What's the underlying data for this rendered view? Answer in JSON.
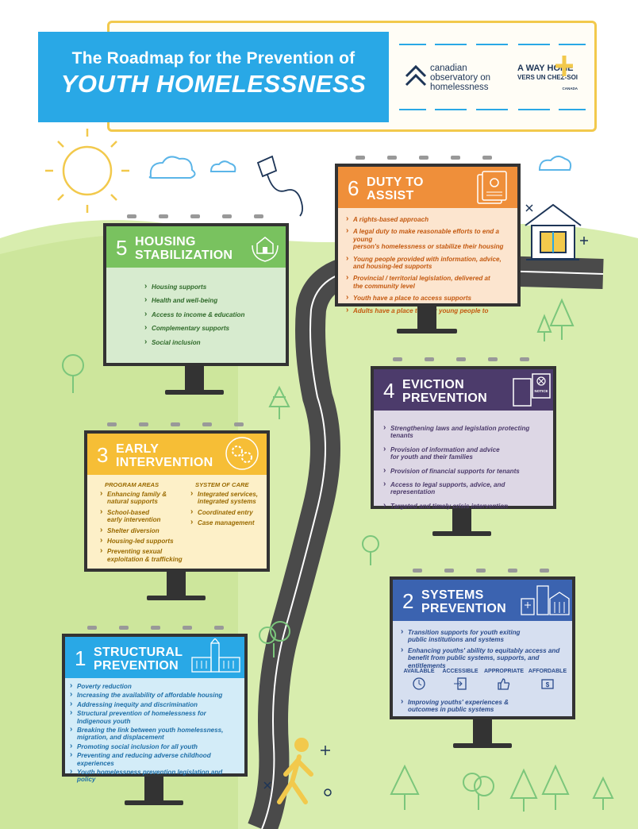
{
  "header": {
    "title_line1": "The Roadmap for the Prevention of",
    "title_line2": "YOUTH HOMELESSNESS",
    "coh_logo_text": [
      "canadian",
      "observatory on",
      "homelessness"
    ],
    "awh_logo_text": "A WAY HOME",
    "awh_logo_sub": "VERS UN CHEZ-SOI",
    "awh_logo_country": "CANADA"
  },
  "colors": {
    "grass": "#d3eaa5",
    "road": "#4a4a4a",
    "frame": "#333333",
    "blue_title": "#29a8e6"
  },
  "boards": {
    "b6": {
      "number": "6",
      "title": "DUTY TO\nASSIST",
      "icon": "id-card-icon",
      "items": [
        "A rights-based approach",
        "A legal duty to make reasonable efforts to end a young\nperson's homelessness or stabilize their housing",
        "Young people provided with information, advice,\nand housing-led supports",
        "Provincial / territorial legislation, delivered at\nthe community level",
        "Youth have a place to access supports",
        "Adults have a place to refer young people to"
      ]
    },
    "b5": {
      "number": "5",
      "title": "HOUSING\nSTABILIZATION",
      "icon": "hands-house-icon",
      "items": [
        "Housing supports",
        "Health and well-being",
        "Access to income & education",
        "Complementary supports",
        "Social inclusion"
      ]
    },
    "b4": {
      "number": "4",
      "title": "EVICTION\nPREVENTION",
      "icon": "eviction-notice-icon",
      "notice_label": "NOTICE",
      "items": [
        "Strengthening laws and legislation protecting tenants",
        "Provision of information and advice\nfor youth and their families",
        "Provision of financial supports for tenants",
        "Access to legal supports, advice, and representation",
        "Targeted and timely crisis intervention"
      ]
    },
    "b3": {
      "number": "3",
      "title": "EARLY\nINTERVENTION",
      "icon": "gears-icon",
      "col1_header": "PROGRAM AREAS",
      "col2_header": "SYSTEM OF CARE",
      "col1_items": [
        "Enhancing family &\nnatural supports",
        "School-based\nearly intervention",
        "Shelter diversion",
        "Housing-led supports",
        "Preventing sexual\nexploitation & trafficking"
      ],
      "col2_items": [
        "Integrated services,\nintegrated systems",
        "Coordinated entry",
        "Case management"
      ]
    },
    "b2": {
      "number": "2",
      "title": "SYSTEMS\nPREVENTION",
      "icon": "institution-buildings-icon",
      "items_top": [
        "Transition supports for youth exiting\npublic institutions and systems",
        "Enhancing youths' ability to equitably access and\nbenefit from public systems, supports, and entitlements"
      ],
      "qualities": [
        {
          "label": "AVAILABLE",
          "icon": "clock-icon"
        },
        {
          "label": "ACCESSIBLE",
          "icon": "enter-icon"
        },
        {
          "label": "APPROPRIATE",
          "icon": "thumbs-up-icon"
        },
        {
          "label": "AFFORDABLE",
          "icon": "money-icon"
        }
      ],
      "items_bottom": [
        "Improving youths' experiences &\noutcomes in public systems"
      ]
    },
    "b1": {
      "number": "1",
      "title": "STRUCTURAL\nPREVENTION",
      "icon": "parliament-icon",
      "items": [
        "Poverty reduction",
        "Increasing the availability of affordable housing",
        "Addressing inequity and discrimination",
        "Structural prevention of homelessness for\nIndigenous youth",
        "Breaking the link between youth homelessness,\nmigration, and displacement",
        "Promoting social inclusion for all youth",
        "Preventing and reducing adverse childhood experiences",
        "Youth homelessness prevention legislation and policy"
      ]
    }
  }
}
